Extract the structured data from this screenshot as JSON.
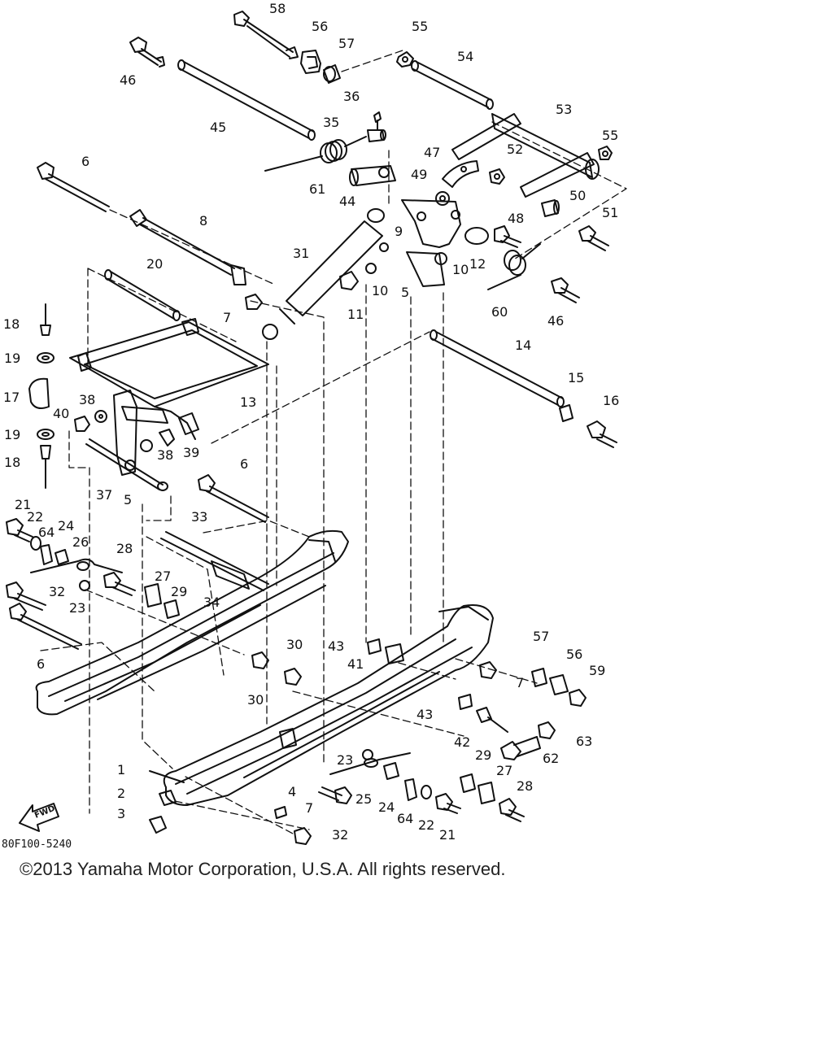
{
  "diagram": {
    "reference_code": "80F100-5240",
    "forward_label": "FWD",
    "line_color": "#111111",
    "callouts": [
      {
        "id": "c58",
        "text": "58"
      },
      {
        "id": "c56a",
        "text": "56"
      },
      {
        "id": "c57a",
        "text": "57"
      },
      {
        "id": "c55a",
        "text": "55"
      },
      {
        "id": "c54",
        "text": "54"
      },
      {
        "id": "c46a",
        "text": "46"
      },
      {
        "id": "c36",
        "text": "36"
      },
      {
        "id": "c53",
        "text": "53"
      },
      {
        "id": "c45",
        "text": "45"
      },
      {
        "id": "c35",
        "text": "35"
      },
      {
        "id": "c55b",
        "text": "55"
      },
      {
        "id": "c52",
        "text": "52"
      },
      {
        "id": "c47",
        "text": "47"
      },
      {
        "id": "c6a",
        "text": "6"
      },
      {
        "id": "c61",
        "text": "61"
      },
      {
        "id": "c44",
        "text": "44"
      },
      {
        "id": "c49",
        "text": "49"
      },
      {
        "id": "c50",
        "text": "50"
      },
      {
        "id": "c51",
        "text": "51"
      },
      {
        "id": "c9",
        "text": "9"
      },
      {
        "id": "c48",
        "text": "48"
      },
      {
        "id": "c8",
        "text": "8"
      },
      {
        "id": "c31",
        "text": "31"
      },
      {
        "id": "c12",
        "text": "12"
      },
      {
        "id": "c10a",
        "text": "10"
      },
      {
        "id": "c10b",
        "text": "10"
      },
      {
        "id": "c20",
        "text": "20"
      },
      {
        "id": "c5a",
        "text": "5"
      },
      {
        "id": "c11",
        "text": "11"
      },
      {
        "id": "c60",
        "text": "60"
      },
      {
        "id": "c46b",
        "text": "46"
      },
      {
        "id": "c7a",
        "text": "7"
      },
      {
        "id": "c18a",
        "text": "18"
      },
      {
        "id": "c14",
        "text": "14"
      },
      {
        "id": "c19a",
        "text": "19"
      },
      {
        "id": "c15",
        "text": "15"
      },
      {
        "id": "c16",
        "text": "16"
      },
      {
        "id": "c17",
        "text": "17"
      },
      {
        "id": "c13",
        "text": "13"
      },
      {
        "id": "c38a",
        "text": "38"
      },
      {
        "id": "c40",
        "text": "40"
      },
      {
        "id": "c19b",
        "text": "19"
      },
      {
        "id": "c39",
        "text": "39"
      },
      {
        "id": "c38b",
        "text": "38"
      },
      {
        "id": "c18b",
        "text": "18"
      },
      {
        "id": "c6b",
        "text": "6"
      },
      {
        "id": "c37",
        "text": "37"
      },
      {
        "id": "c5b",
        "text": "5"
      },
      {
        "id": "c21a",
        "text": "21"
      },
      {
        "id": "c33",
        "text": "33"
      },
      {
        "id": "c22a",
        "text": "22"
      },
      {
        "id": "c64a",
        "text": "64"
      },
      {
        "id": "c24a",
        "text": "24"
      },
      {
        "id": "c26",
        "text": "26"
      },
      {
        "id": "c28a",
        "text": "28"
      },
      {
        "id": "c27a",
        "text": "27"
      },
      {
        "id": "c29a",
        "text": "29"
      },
      {
        "id": "c32a",
        "text": "32"
      },
      {
        "id": "c34",
        "text": "34"
      },
      {
        "id": "c23a",
        "text": "23"
      },
      {
        "id": "c6c",
        "text": "6"
      },
      {
        "id": "c30a",
        "text": "30"
      },
      {
        "id": "c43a",
        "text": "43"
      },
      {
        "id": "c41",
        "text": "41"
      },
      {
        "id": "c57b",
        "text": "57"
      },
      {
        "id": "c56b",
        "text": "56"
      },
      {
        "id": "c59",
        "text": "59"
      },
      {
        "id": "c7b",
        "text": "7"
      },
      {
        "id": "c30b",
        "text": "30"
      },
      {
        "id": "c43b",
        "text": "43"
      },
      {
        "id": "c42",
        "text": "42"
      },
      {
        "id": "c63",
        "text": "63"
      },
      {
        "id": "c62",
        "text": "62"
      },
      {
        "id": "c29b",
        "text": "29"
      },
      {
        "id": "c23b",
        "text": "23"
      },
      {
        "id": "c27b",
        "text": "27"
      },
      {
        "id": "c1",
        "text": "1"
      },
      {
        "id": "c28b",
        "text": "28"
      },
      {
        "id": "c25",
        "text": "25"
      },
      {
        "id": "c2",
        "text": "2"
      },
      {
        "id": "c4",
        "text": "4"
      },
      {
        "id": "c24b",
        "text": "24"
      },
      {
        "id": "c7c",
        "text": "7"
      },
      {
        "id": "c3",
        "text": "3"
      },
      {
        "id": "c64b",
        "text": "64"
      },
      {
        "id": "c22b",
        "text": "22"
      },
      {
        "id": "c21b",
        "text": "21"
      },
      {
        "id": "c32b",
        "text": "32"
      }
    ]
  },
  "copyright": "©2013 Yamaha Motor Corporation, U.S.A. All rights reserved."
}
